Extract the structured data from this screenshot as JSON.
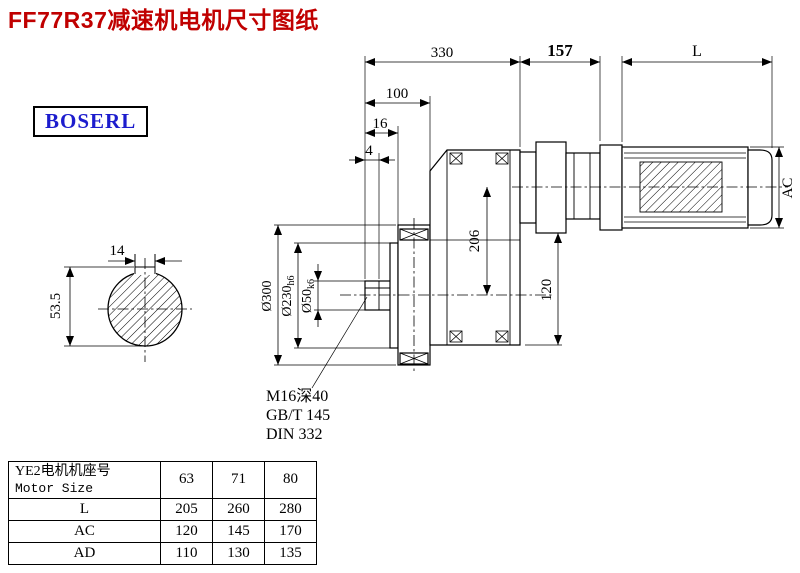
{
  "title": "FF77R37减速机电机尺寸图纸",
  "logo": "BOSERL",
  "dims": {
    "top_330": "330",
    "top_157": "157",
    "top_L": "L",
    "left_100": "100",
    "left_16": "16",
    "left_4": "4",
    "right_AC": "AC",
    "inner_206": "206",
    "inner_120": "120",
    "key_14": "14",
    "key_53_5": "53.5",
    "dia_300": "Ø300",
    "dia_230": "Ø230",
    "dia_230_tol": "h6",
    "dia_50": "Ø50",
    "dia_50_tol": "k6",
    "note_m16": "M16深40",
    "note_gbt": "GB/T 145",
    "note_din": "DIN 332"
  },
  "table": {
    "header_cn": "YE2电机机座号",
    "header_en": "Motor Size",
    "sizes": [
      "63",
      "71",
      "80"
    ],
    "rows": [
      {
        "label": "L",
        "values": [
          "205",
          "260",
          "280"
        ]
      },
      {
        "label": "AC",
        "values": [
          "120",
          "145",
          "170"
        ]
      },
      {
        "label": "AD",
        "values": [
          "110",
          "130",
          "135"
        ]
      }
    ]
  }
}
